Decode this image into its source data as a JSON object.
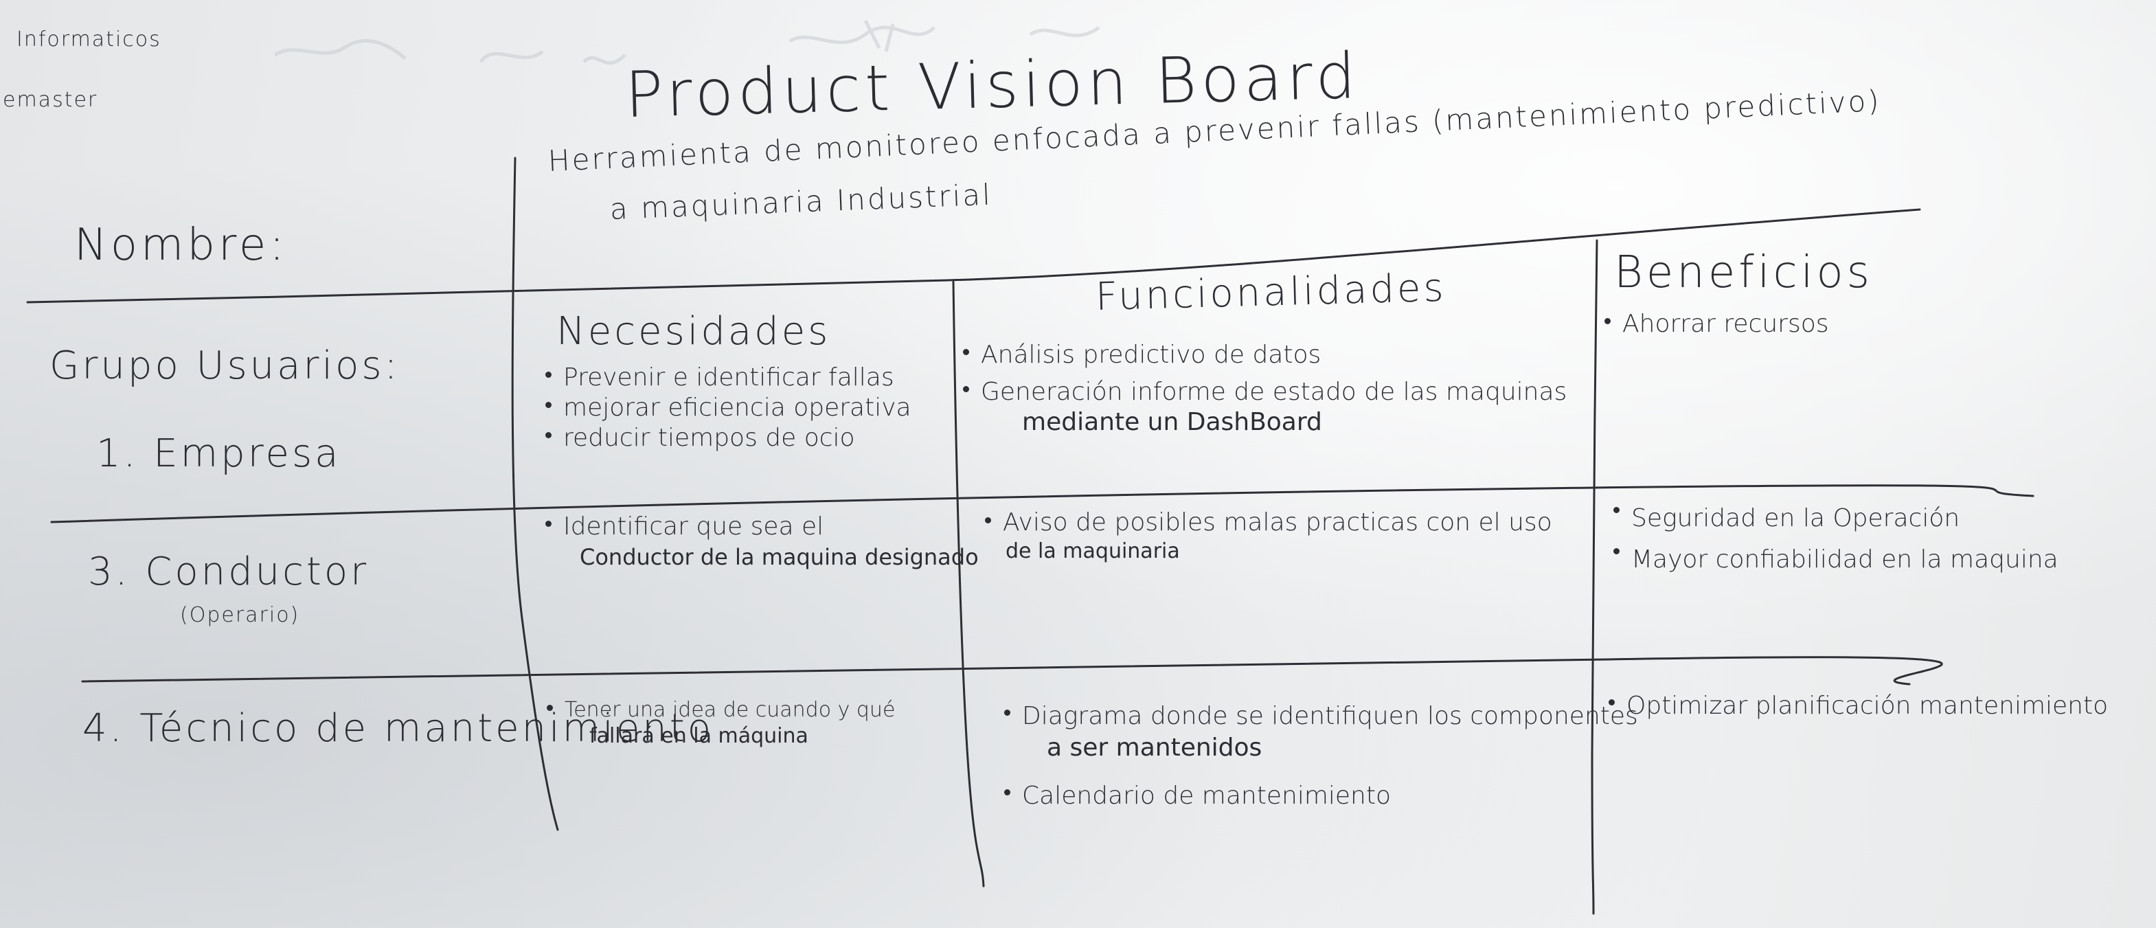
{
  "corner_notes": [
    "Informaticos",
    "emaster"
  ],
  "title": "Product Vision Board",
  "vision": {
    "line1": "Herramienta de monitoreo enfocada a prevenir fallas (mantenimiento predictivo)",
    "line2": "a maquinaria Industrial"
  },
  "labels": {
    "nombre": "Nombre:",
    "grupo_usuarios": "Grupo Usuarios:"
  },
  "column_headers": {
    "necesidades": "Necesidades",
    "funcionalidades": "Funcionalidades",
    "beneficios": "Beneficios"
  },
  "rows": [
    {
      "user": "1. Empresa",
      "user_note": "",
      "needs": [
        "Prevenir e identificar fallas",
        "mejorar eficiencia operativa",
        "reducir tiempos de ocio"
      ],
      "features": [
        {
          "text": "Análisis predictivo de datos",
          "cont": ""
        },
        {
          "text": "Generación informe de estado de las maquinas",
          "cont": "mediante un DashBoard"
        }
      ],
      "benefits": [
        "Ahorrar recursos"
      ]
    },
    {
      "user": "3. Conductor",
      "user_note": "(Operario)",
      "needs": [
        {
          "text": "Identificar que sea el",
          "cont": "Conductor de la maquina designado"
        }
      ],
      "features": [
        {
          "text": "Aviso de posibles malas practicas con el uso",
          "cont": "de la maquinaria"
        }
      ],
      "benefits": [
        "Seguridad en la Operación",
        "Mayor confiabilidad en la maquina"
      ]
    },
    {
      "user": "4. Técnico de mantenimiento",
      "user_note": "",
      "needs": [
        {
          "text": "Tener una idea de cuando y qué",
          "cont": "fallará en la máquina"
        }
      ],
      "features": [
        {
          "text": "Diagrama donde se identifiquen los componentes",
          "cont": "a ser mantenidos"
        },
        {
          "text": "Calendario de mantenimiento",
          "cont": ""
        }
      ],
      "benefits": [
        "Optimizar planificación mantenimiento"
      ]
    }
  ],
  "colors": {
    "whiteboard": "#eef0f1",
    "marker": "#2c2c33"
  }
}
